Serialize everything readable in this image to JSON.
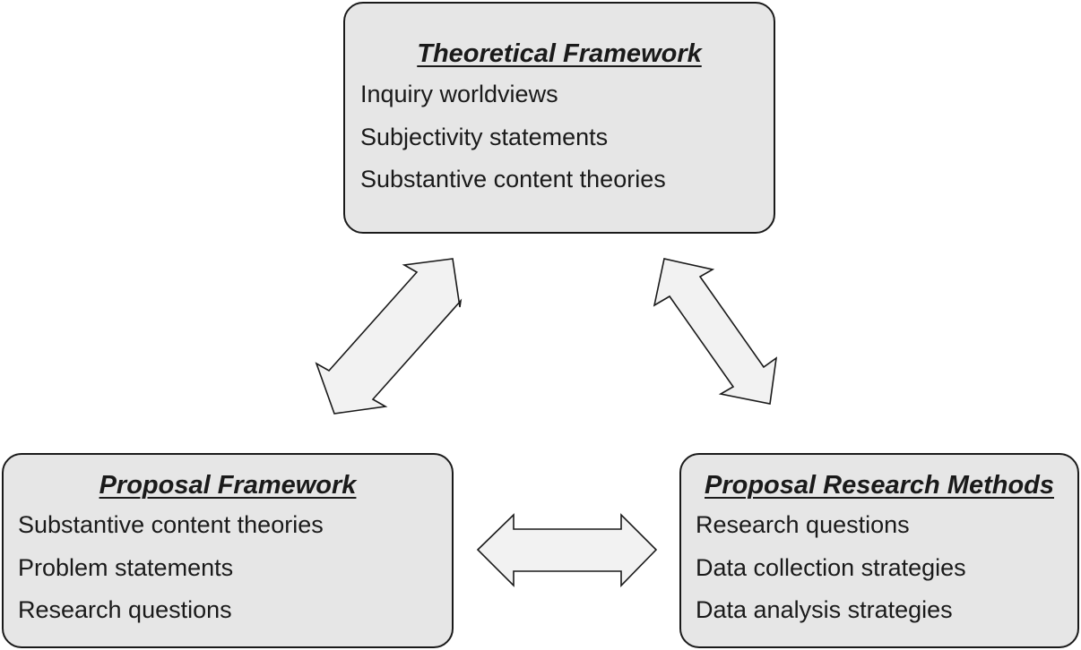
{
  "boxes": {
    "theoretical": {
      "title": "Theoretical Framework",
      "items": [
        "Inquiry worldviews",
        "Subjectivity statements",
        "Substantive content theories"
      ]
    },
    "proposal_framework": {
      "title": "Proposal Framework",
      "items": [
        "Substantive content theories",
        "Problem statements",
        "Research questions"
      ]
    },
    "research_methods": {
      "title": "Proposal Research Methods",
      "items": [
        "Research questions",
        "Data collection strategies",
        "Data analysis strategies"
      ]
    }
  },
  "colors": {
    "box_fill": "#e6e6e6",
    "arrow_fill": "#f2f2f2",
    "outline": "#1a1a1a"
  }
}
